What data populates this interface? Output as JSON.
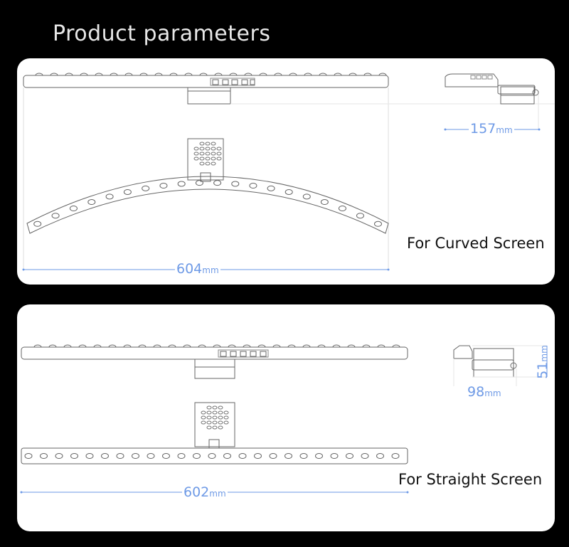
{
  "page": {
    "title": "Product parameters"
  },
  "curved": {
    "caption": "For Curved Screen",
    "width_value": "604",
    "width_unit": "mm",
    "depth_value": "157",
    "depth_unit": "mm"
  },
  "straight": {
    "caption": "For Straight Screen",
    "width_value": "602",
    "width_unit": "mm",
    "depth_value": "98",
    "depth_unit": "mm",
    "height_value": "51",
    "height_unit": "mm"
  },
  "colors": {
    "background": "#000000",
    "panel": "#ffffff",
    "dimension": "#6e9ae6",
    "line": "#555555"
  }
}
